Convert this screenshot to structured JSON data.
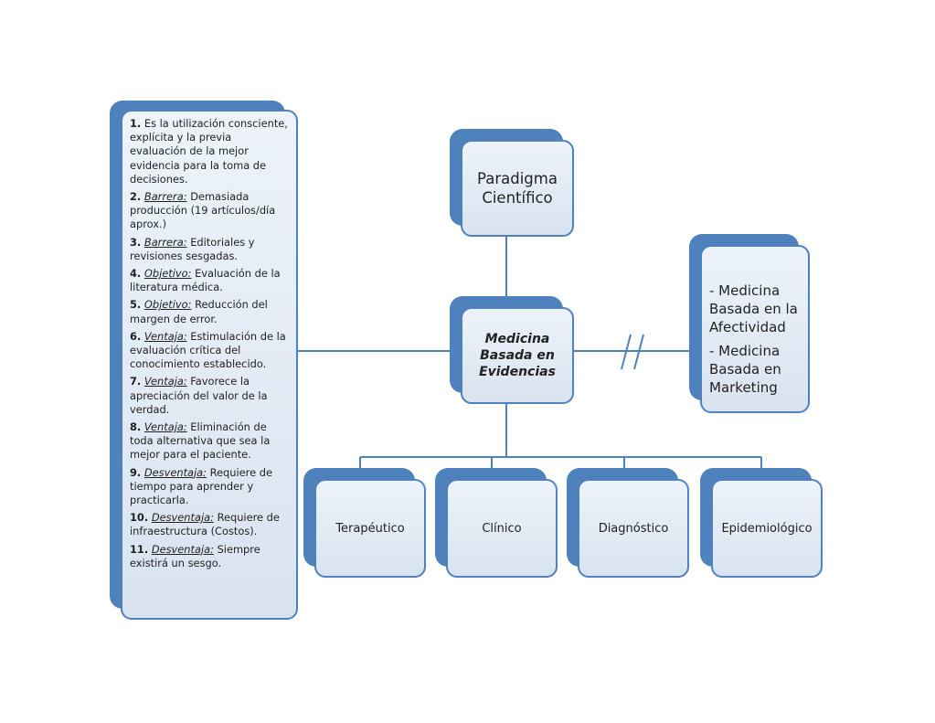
{
  "diagram": {
    "list_items": [
      {
        "num": "1.",
        "keyword": "",
        "text": "Es la utilización consciente, explícita y la previa evaluación de la mejor evidencia para la toma de decisiones."
      },
      {
        "num": "2.",
        "keyword": "Barrera:",
        "text": "Demasiada producción (19 artículos/día aprox.)"
      },
      {
        "num": "3.",
        "keyword": "Barrera:",
        "text": "Editoriales y revisiones sesgadas."
      },
      {
        "num": "4.",
        "keyword": "Objetivo:",
        "text": "Evaluación de la literatura médica."
      },
      {
        "num": "5.",
        "keyword": "Objetivo:",
        "text": "Reducción del margen de error."
      },
      {
        "num": "6.",
        "keyword": "Ventaja:",
        "text": "Estimulación de la evaluación crítica del conocimiento establecido."
      },
      {
        "num": "7.",
        "keyword": "Ventaja:",
        "text": "Favorece la apreciación del valor de la verdad."
      },
      {
        "num": "8.",
        "keyword": "Ventaja:",
        "text": "Eliminación de toda alternativa que sea la mejor para el paciente."
      },
      {
        "num": "9.",
        "keyword": "Desventaja:",
        "text": "Requiere de tiempo para aprender y practicarla."
      },
      {
        "num": "10.",
        "keyword": "Desventaja:",
        "text": "Requiere de infraestructura (Costos)."
      },
      {
        "num": "11.",
        "keyword": "Desventaja:",
        "text": "Siempre existirá un sesgo."
      }
    ],
    "top_box": "Paradigma Científico",
    "central_box": "Medicina Basada en Evidencias",
    "right_box": [
      "- Medicina Basada en la Afectividad",
      "- Medicina Basada en Marketing"
    ],
    "bottom_boxes": [
      "Terapéutico",
      "Clínico",
      "Diagnóstico",
      "Epidemiológico"
    ],
    "colors": {
      "accent": "#4f81bd",
      "box_fill": "#dce6f2",
      "connector": "#4f81bd"
    }
  }
}
